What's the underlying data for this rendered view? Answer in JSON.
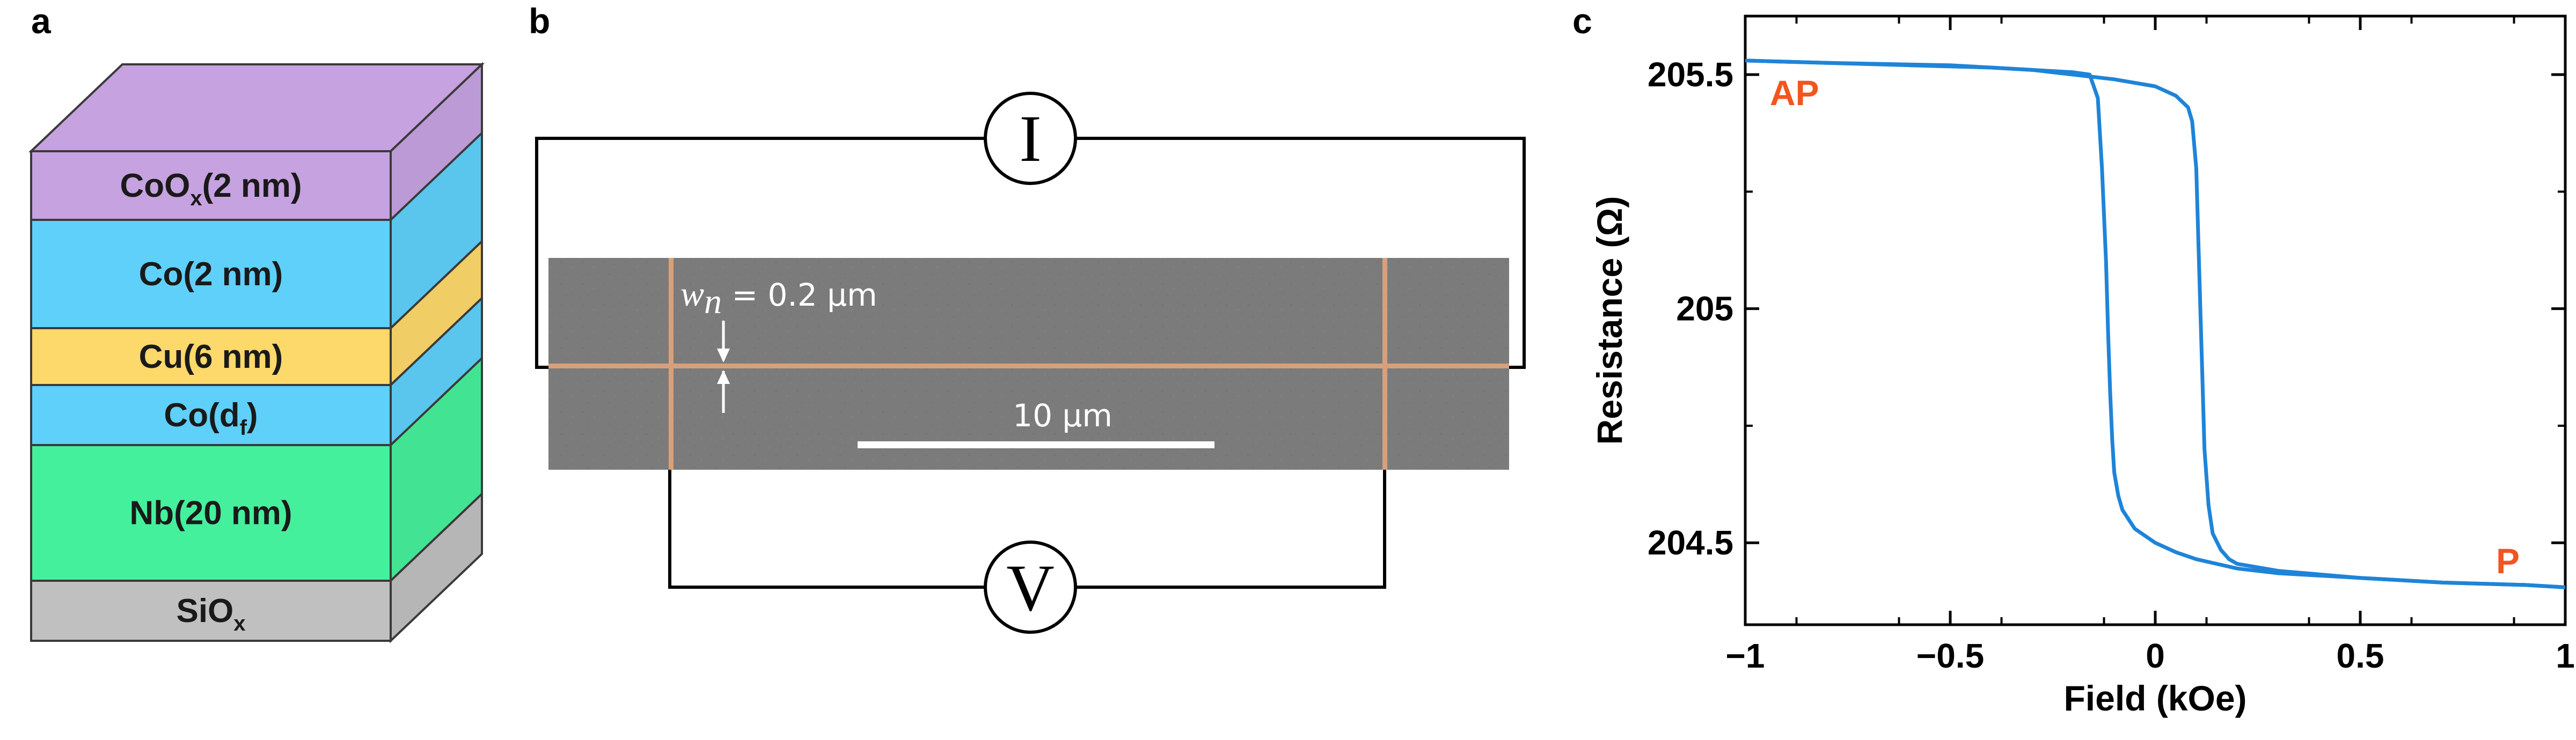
{
  "panels": {
    "a": "a",
    "b": "b",
    "c": "c"
  },
  "stack": {
    "layers": [
      {
        "name": "CoO",
        "sub": "x",
        "suffix": "(2 nm)",
        "color": "#c6a2e0"
      },
      {
        "name": "Co(2 nm)",
        "sub": "",
        "suffix": "",
        "color": "#5fd0fa"
      },
      {
        "name": "Cu(6 nm)",
        "sub": "",
        "suffix": "",
        "color": "#fdd86a"
      },
      {
        "name": "Co(d",
        "sub": "f",
        "suffix": ")",
        "color": "#5fd0fa"
      },
      {
        "name": "Nb(20 nm)",
        "sub": "",
        "suffix": "",
        "color": "#45f09c"
      },
      {
        "name": "SiO",
        "sub": "x",
        "suffix": "",
        "color": "#c0c0c0"
      }
    ],
    "edge_color": "#3a3a3a"
  },
  "device": {
    "current_symbol": "I",
    "voltage_symbol": "V",
    "width_symbol": "w",
    "width_sub": "n",
    "width_value": " = 0.2 μm",
    "scale_bar": "10 μm",
    "wire_color": "#d8a07a",
    "substrate_color": "#7a7a7a"
  },
  "chart_data": {
    "type": "line",
    "xlabel": "Field (kOe)",
    "ylabel": "Resistance (Ω)",
    "xlim": [
      -1,
      1
    ],
    "ylim": [
      204.325,
      205.625
    ],
    "xticks": [
      -1,
      -0.5,
      0,
      0.5,
      1
    ],
    "xtick_labels": [
      "−1",
      "−0.5",
      "0",
      "0.5",
      "1"
    ],
    "yticks": [
      204.5,
      205,
      205.5
    ],
    "ytick_labels": [
      "204.5",
      "205",
      "205.5"
    ],
    "grid": false,
    "line_color": "#1f84d8",
    "annotations": [
      {
        "text": "AP",
        "x": -0.88,
        "y": 205.46,
        "color": "#f2551f"
      },
      {
        "text": "P",
        "x": 0.86,
        "y": 204.46,
        "color": "#f2551f"
      }
    ],
    "series": [
      {
        "x": [
          -1.0,
          -0.8,
          -0.6,
          -0.4,
          -0.3,
          -0.2,
          -0.16,
          -0.14,
          -0.13,
          -0.12,
          -0.115,
          -0.11,
          -0.105,
          -0.1,
          -0.09,
          -0.08,
          -0.05,
          0.0,
          0.05,
          0.1,
          0.15,
          0.2,
          0.3,
          0.5,
          0.7,
          0.9,
          1.0
        ],
        "y": [
          205.53,
          205.525,
          205.52,
          205.515,
          205.51,
          205.505,
          205.5,
          205.45,
          205.3,
          205.1,
          204.95,
          204.82,
          204.72,
          204.65,
          204.6,
          204.57,
          204.53,
          204.5,
          204.48,
          204.465,
          204.455,
          204.445,
          204.435,
          204.425,
          204.415,
          204.41,
          204.405
        ]
      },
      {
        "x": [
          -1.0,
          -0.8,
          -0.5,
          -0.3,
          -0.2,
          -0.1,
          0.0,
          0.05,
          0.08,
          0.09,
          0.1,
          0.105,
          0.11,
          0.115,
          0.12,
          0.13,
          0.14,
          0.16,
          0.18,
          0.2,
          0.3,
          0.5,
          0.7,
          0.9,
          1.0
        ],
        "y": [
          205.53,
          205.525,
          205.52,
          205.51,
          205.5,
          205.49,
          205.475,
          205.455,
          205.43,
          205.4,
          205.3,
          205.15,
          205.0,
          204.85,
          204.7,
          204.58,
          204.52,
          204.485,
          204.465,
          204.455,
          204.44,
          204.425,
          204.415,
          204.41,
          204.405
        ]
      }
    ]
  }
}
